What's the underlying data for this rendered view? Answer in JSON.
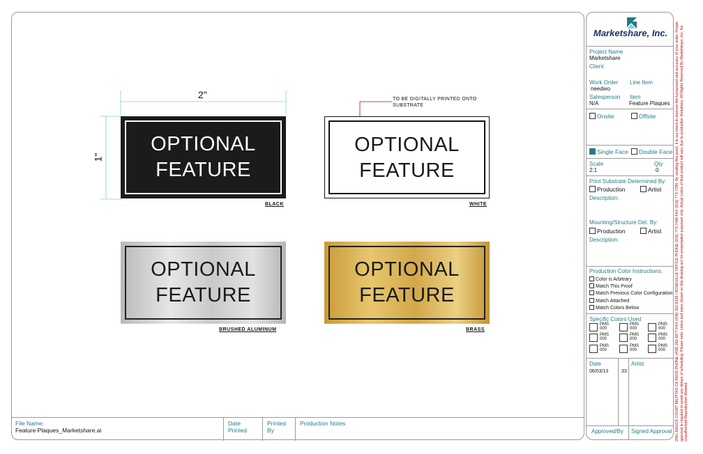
{
  "company": {
    "name": "Marketshare, Inc."
  },
  "title_block": {
    "project_name_label": "Project Name",
    "project_name": "Marketshare",
    "client_label": "Client",
    "work_order_label": "Work Order",
    "work_order": "needwo",
    "line_item_label": "Line Item",
    "salesperson_label": "Salesperson",
    "salesperson": "N/A",
    "item_label": "Item",
    "item": "Feature Plaques",
    "onsite_label": "Onsite",
    "offsite_label": "Offsite",
    "single_face_label": "Single Face",
    "double_face_label": "Double Face",
    "scale_label": "Scale",
    "scale": "2:1",
    "qty_label": "Qty",
    "qty": "0",
    "print_substrate_label": "Print Substrate Determined By:",
    "production_label": "Production",
    "artist_label": "Artist",
    "description_label": "Description:",
    "mounting_label": "Mounting/Structure Det. By:",
    "production_color_label": "Production Color Instructions:",
    "color_options": [
      "Color is Arbitrary",
      "Match This Proof",
      "Match Previous Color Configuration",
      "Match Attached",
      "Match Colors Below"
    ],
    "specific_colors_label": "Specific Colors Used",
    "pms_label": "PMS",
    "pms_value": "000",
    "date_label": "Date",
    "date": "06/03/13",
    "revision": ".33",
    "artist_col_label": "Artist",
    "approved_by_label": "Approved/By",
    "signed_approval_label": "Signed Approval"
  },
  "bottom_bar": {
    "file_name_label": "File Name:",
    "file_name": "Feature Plaques_Marketshare.ai",
    "date_printed_label": "Date Printed",
    "printed_by_label": "Printed By",
    "production_notes_label": "Production Notes"
  },
  "drawing": {
    "width_dim": "2\"",
    "height_dim": "1\"",
    "callout": "TO BE DIGITALLY PRINTED ONTO SUBSTRATE",
    "plaque_line1": "OPTIONAL",
    "plaque_line2": "FEATURE",
    "captions": {
      "black": "BLACK",
      "white": "WHITE",
      "aluminum": "BRUSHED ALUMINUM",
      "brass": "BRASS"
    }
  },
  "side_text": "2061 ARGOS COURT MILPITAS CA 95035 PHONE (408) 262-6677 FAX (408) 262-6328 / ROSEVILLE OFFICE PHONE (916) 773-7490 FAX (916) 773-7290. By sending this proof, it is our intent to improve the turnaround and accuracy of your order. Proper approval is required to avoid any delays of scheduling. Please note: colors and sizes shown on this drawing are for presentation purposes only. Actual colors of final product will vary due to production limitations. All Rights Reserved By Marketshare, Inc. No Unauthorized Reproduction Allowed.",
  "colors": {
    "accent": "#1f7d86",
    "black_plaque": "#1c1a1a",
    "brass": "#d4ac4a",
    "aluminum": "#c4c4c4",
    "dim_line": "#7fd0d8",
    "warning": "#c40000"
  }
}
